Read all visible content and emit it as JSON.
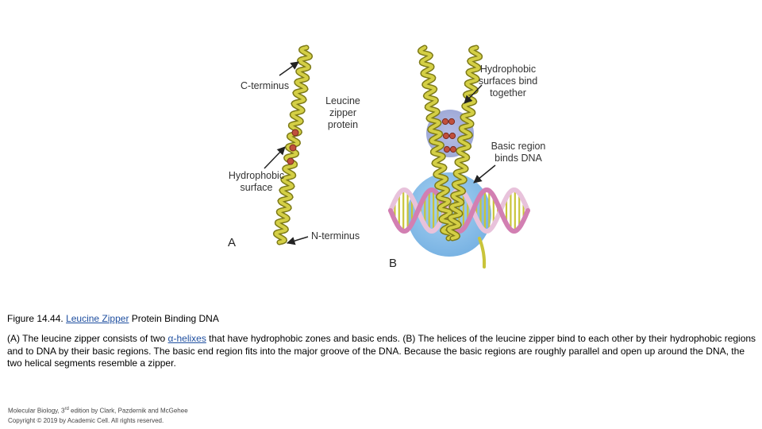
{
  "panel_a": {
    "letter": "A",
    "label_c_terminus": "C-terminus",
    "label_leucine_zipper": [
      "Leucine",
      "zipper",
      "protein"
    ],
    "label_hydrophobic_surface": [
      "Hydrophobic",
      "surface"
    ],
    "label_n_terminus": "N-terminus"
  },
  "panel_b": {
    "letter": "B",
    "label_hydrophobic_bind": [
      "Hydrophobic",
      "surfaces bind",
      "together"
    ],
    "label_basic_region": [
      "Basic region",
      "binds DNA"
    ]
  },
  "caption": {
    "figure_number": "Figure 14.44.",
    "title_link": "Leucine Zipper",
    "title_rest": "Protein Binding DNA",
    "body_1": "(A) The leucine zipper consists of two ",
    "body_link": "α-helixes",
    "body_2": " that have hydrophobic zones and basic ends. (B) The helices of the leucine zipper bind to each other by their hydrophobic regions and to DNA by their basic regions. The basic end region fits into the major groove of the DNA. Because the basic regions are roughly parallel and open up around the DNA, the two helical segments resemble a zipper."
  },
  "credit": {
    "line1_prefix": "Molecular Biology, 3",
    "line1_sup": "rd",
    "line1_suffix": " edition by Clark, Pazdernik and  McGehee",
    "line2": "Copyright © 2019 by Academic Cell. All rights reserved."
  },
  "colors": {
    "helix": "#c9c43a",
    "helix_dark": "#7d7a18",
    "bead": "#c0503c",
    "halo": "#a9b3dc",
    "dna_sphere": "#8fc1ea",
    "dna_strand_pink": "#d27fb2",
    "dna_strand_light": "#e8c2db",
    "dna_bases": "#c9c43a",
    "link": "#1f4fa0"
  }
}
